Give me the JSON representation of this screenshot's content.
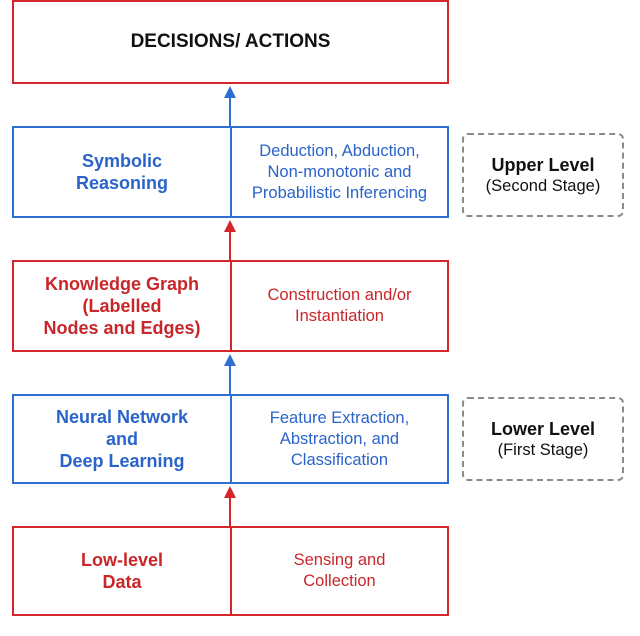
{
  "top": {
    "label": "DECISIONS/ ACTIONS"
  },
  "layers": [
    {
      "left": "Symbolic\nReasoning",
      "right": "Deduction, Abduction,\nNon-monotonic and\nProbabilistic Inferencing",
      "color": "#2f6fd3"
    },
    {
      "left": "Knowledge Graph\n(Labelled\nNodes and Edges)",
      "right": "Construction and/or\nInstantiation",
      "color": "#d6262b"
    },
    {
      "left": "Neural Network\nand\nDeep Learning",
      "right": "Feature Extraction,\nAbstraction, and\nClassification",
      "color": "#2f6fd3"
    },
    {
      "left": "Low-level\nData",
      "right": "Sensing and\nCollection",
      "color": "#d6262b"
    }
  ],
  "levels": [
    {
      "title": "Upper Level",
      "subtitle": "(Second Stage)"
    },
    {
      "title": "Lower Level",
      "subtitle": "(First Stage)"
    }
  ]
}
